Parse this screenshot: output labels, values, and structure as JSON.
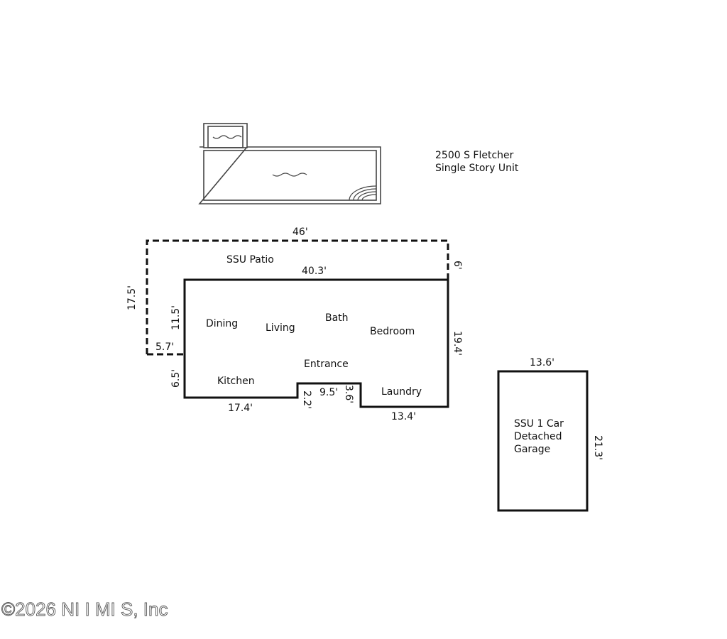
{
  "title": {
    "line1": "2500 S Fletcher",
    "line2": "Single Story Unit"
  },
  "patio": {
    "label": "SSU Patio",
    "dims": {
      "top": "46'",
      "left": "17.5'",
      "right": "6'",
      "bottom_left": "5.7'"
    }
  },
  "unit": {
    "dims": {
      "top": "40.3'",
      "left_upper": "11.5'",
      "left_lower": "6.5'",
      "bottom_left": "17.4'",
      "notch_left": "2.2'",
      "notch_top": "9.5'",
      "notch_right": "3.6'",
      "bottom_right": "13.4'",
      "right": "19.4'"
    },
    "rooms": {
      "dining": "Dining",
      "living": "Living",
      "bath": "Bath",
      "bedroom": "Bedroom",
      "entrance": "Entrance",
      "kitchen": "Kitchen",
      "laundry": "Laundry"
    }
  },
  "garage": {
    "label_line1": "SSU 1 Car",
    "label_line2": "Detached",
    "label_line3": "Garage",
    "dims": {
      "top": "13.6'",
      "right": "21.3'"
    }
  },
  "pool": {
    "icons": [
      "spa-icon",
      "pool-icon",
      "pool-steps-icon"
    ]
  },
  "watermark": "©2026 NEFMLS, Inc",
  "watermark_display": "©2026 NI I MI S, Inc"
}
